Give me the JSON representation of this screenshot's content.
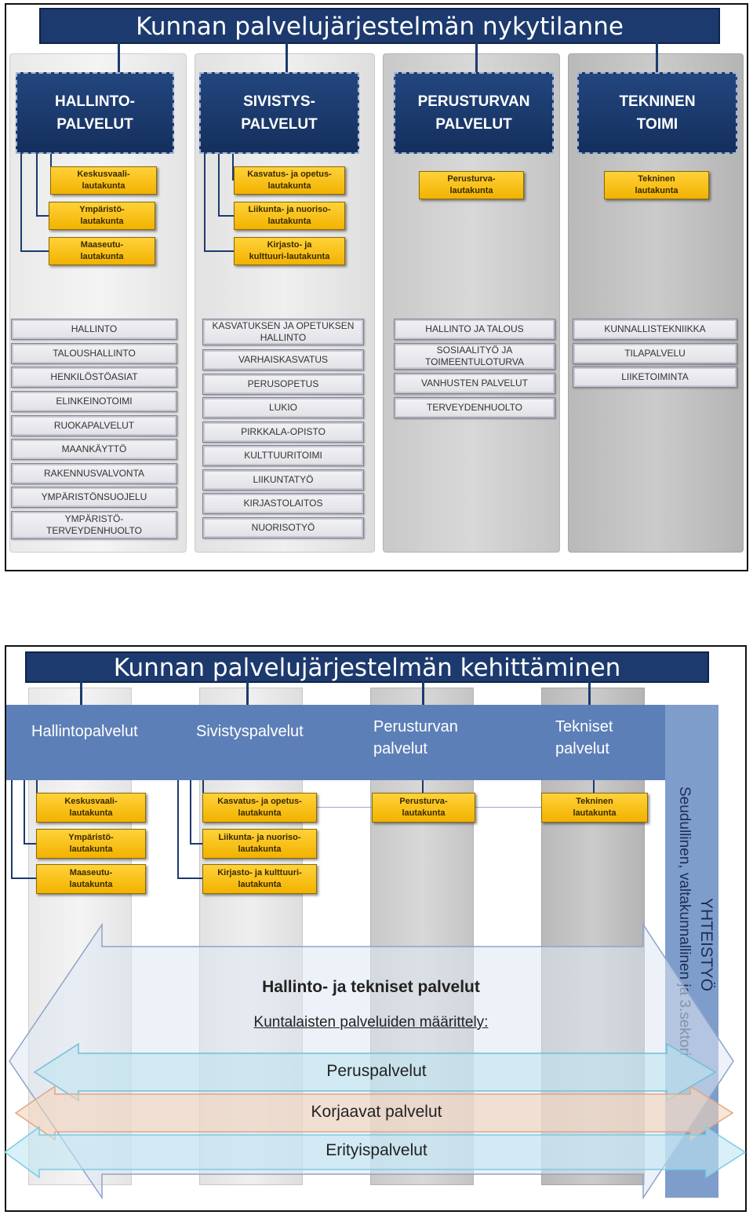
{
  "top": {
    "title": "Kunnan palvelujärjestelmän nykytilanne",
    "departments": [
      {
        "name": "HALLINTO-\nPALVELUT",
        "boards": [
          "Keskusvaali-\nlautakunta",
          "Ympäristö-\nlautakunta",
          "Maaseutu-\nlautakunta"
        ],
        "services": [
          "HALLINTO",
          "TALOUSHALLINTO",
          "HENKILÖSTÖASIAT",
          "ELINKEINOTOIMI",
          "RUOKAPALVELUT",
          "MAANKÄYTTÖ",
          "RAKENNUSVALVONTA",
          "YMPÄRISTÖNSUOJELU",
          "YMPÄRISTÖ-\nTERVEYDENHUOLTO"
        ]
      },
      {
        "name": "SIVISTYS-\nPALVELUT",
        "boards": [
          "Kasvatus- ja opetus-\nlautakunta",
          "Liikunta- ja nuoriso-\nlautakunta",
          "Kirjasto- ja\nkulttuuri-lautakunta"
        ],
        "services": [
          "KASVATUKSEN JA OPETUKSEN\nHALLINTO",
          "VARHAISKASVATUS",
          "PERUSOPETUS",
          "LUKIO",
          "PIRKKALA-OPISTO",
          "KULTTUURITOIMI",
          "LIIKUNTATYÖ",
          "KIRJASTOLAITOS",
          "NUORISOTYÖ"
        ]
      },
      {
        "name": "PERUSTURVAN\nPALVELUT",
        "boards": [
          "Perusturva-\nlautakunta"
        ],
        "services": [
          "HALLINTO JA TALOUS",
          "SOSIAALITYÖ JA\nTOIMEENTULOTURVA",
          "VANHUSTEN PALVELUT",
          "TERVEYDENHUOLTO"
        ]
      },
      {
        "name": "TEKNINEN\nTOIMI",
        "boards": [
          "Tekninen\nlautakunta"
        ],
        "services": [
          "KUNNALLISTEKNIIKKA",
          "TILAPALVELU",
          "LIIKETOIMINTA"
        ]
      }
    ]
  },
  "bottom": {
    "title": "Kunnan palvelujärjestelmän kehittäminen",
    "departments": [
      "Hallintopalvelut",
      "Sivistyspalvelut",
      "Perusturvan\npalvelut",
      "Tekniset\npalvelut"
    ],
    "boards": [
      [
        "Keskusvaali-\nlautakunta",
        "Ympäristö-\nlautakunta",
        "Maaseutu-\nlautakunta"
      ],
      [
        "Kasvatus- ja opetus-\nlautakunta",
        "Liikunta- ja nuoriso-\nlautakunta",
        "Kirjasto- ja kulttuuri-\nlautakunta"
      ],
      [
        "Perusturva-\nlautakunta"
      ],
      [
        "Tekninen\nlautakunta"
      ]
    ],
    "cooperation_title": "YHTEISTYÖ",
    "cooperation_sub": "Seudullinen, valtakunnallinen ja 3.sektori",
    "center_title": "Hallinto- ja tekniset palvelut",
    "center_subtitle": "Kuntalaisten palveluiden määrittely:",
    "arrows": [
      "Peruspalvelut",
      "Korjaavat palvelut",
      "Erityispalvelut"
    ],
    "colors": {
      "bar": "#5d7fb8",
      "peruspalvelut": "#9fd6e6",
      "korjaavat": "#f0c7a6",
      "erityis": "#a9dcef"
    }
  }
}
